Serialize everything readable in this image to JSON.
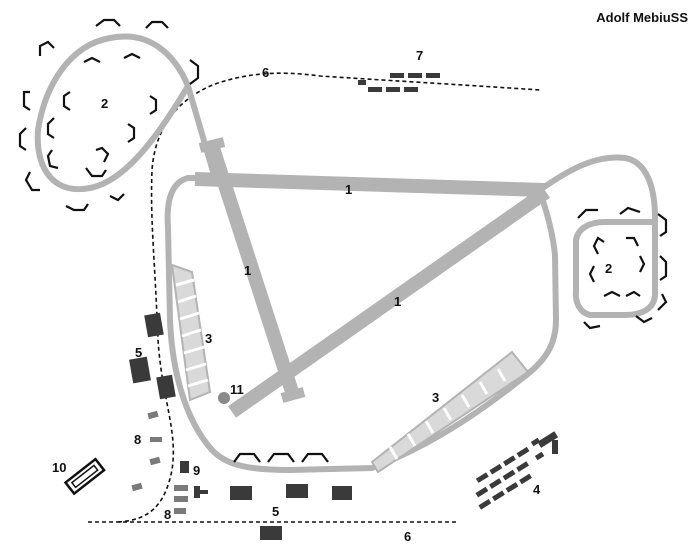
{
  "credit": "Adolf MebiuSS",
  "labels": {
    "runway_top": "1",
    "runway_left": "1",
    "runway_diag": "1",
    "dispersal_nw": "2",
    "dispersal_east": "2",
    "hardstand_west": "3",
    "hardstand_south": "3",
    "buildings_se": "4",
    "buildings_west": "5",
    "buildings_south": "5",
    "road_north": "6",
    "road_south": "6",
    "buildings_north": "7",
    "buildings_sw_upper": "8",
    "buildings_sw_lower": "8",
    "building_9": "9",
    "building_10": "10",
    "marker_11": "11"
  },
  "colors": {
    "paved": "#b3b3b3",
    "building_dark": "#3a3a3a",
    "building_grey": "#7a7a7a",
    "ink": "#111111"
  }
}
